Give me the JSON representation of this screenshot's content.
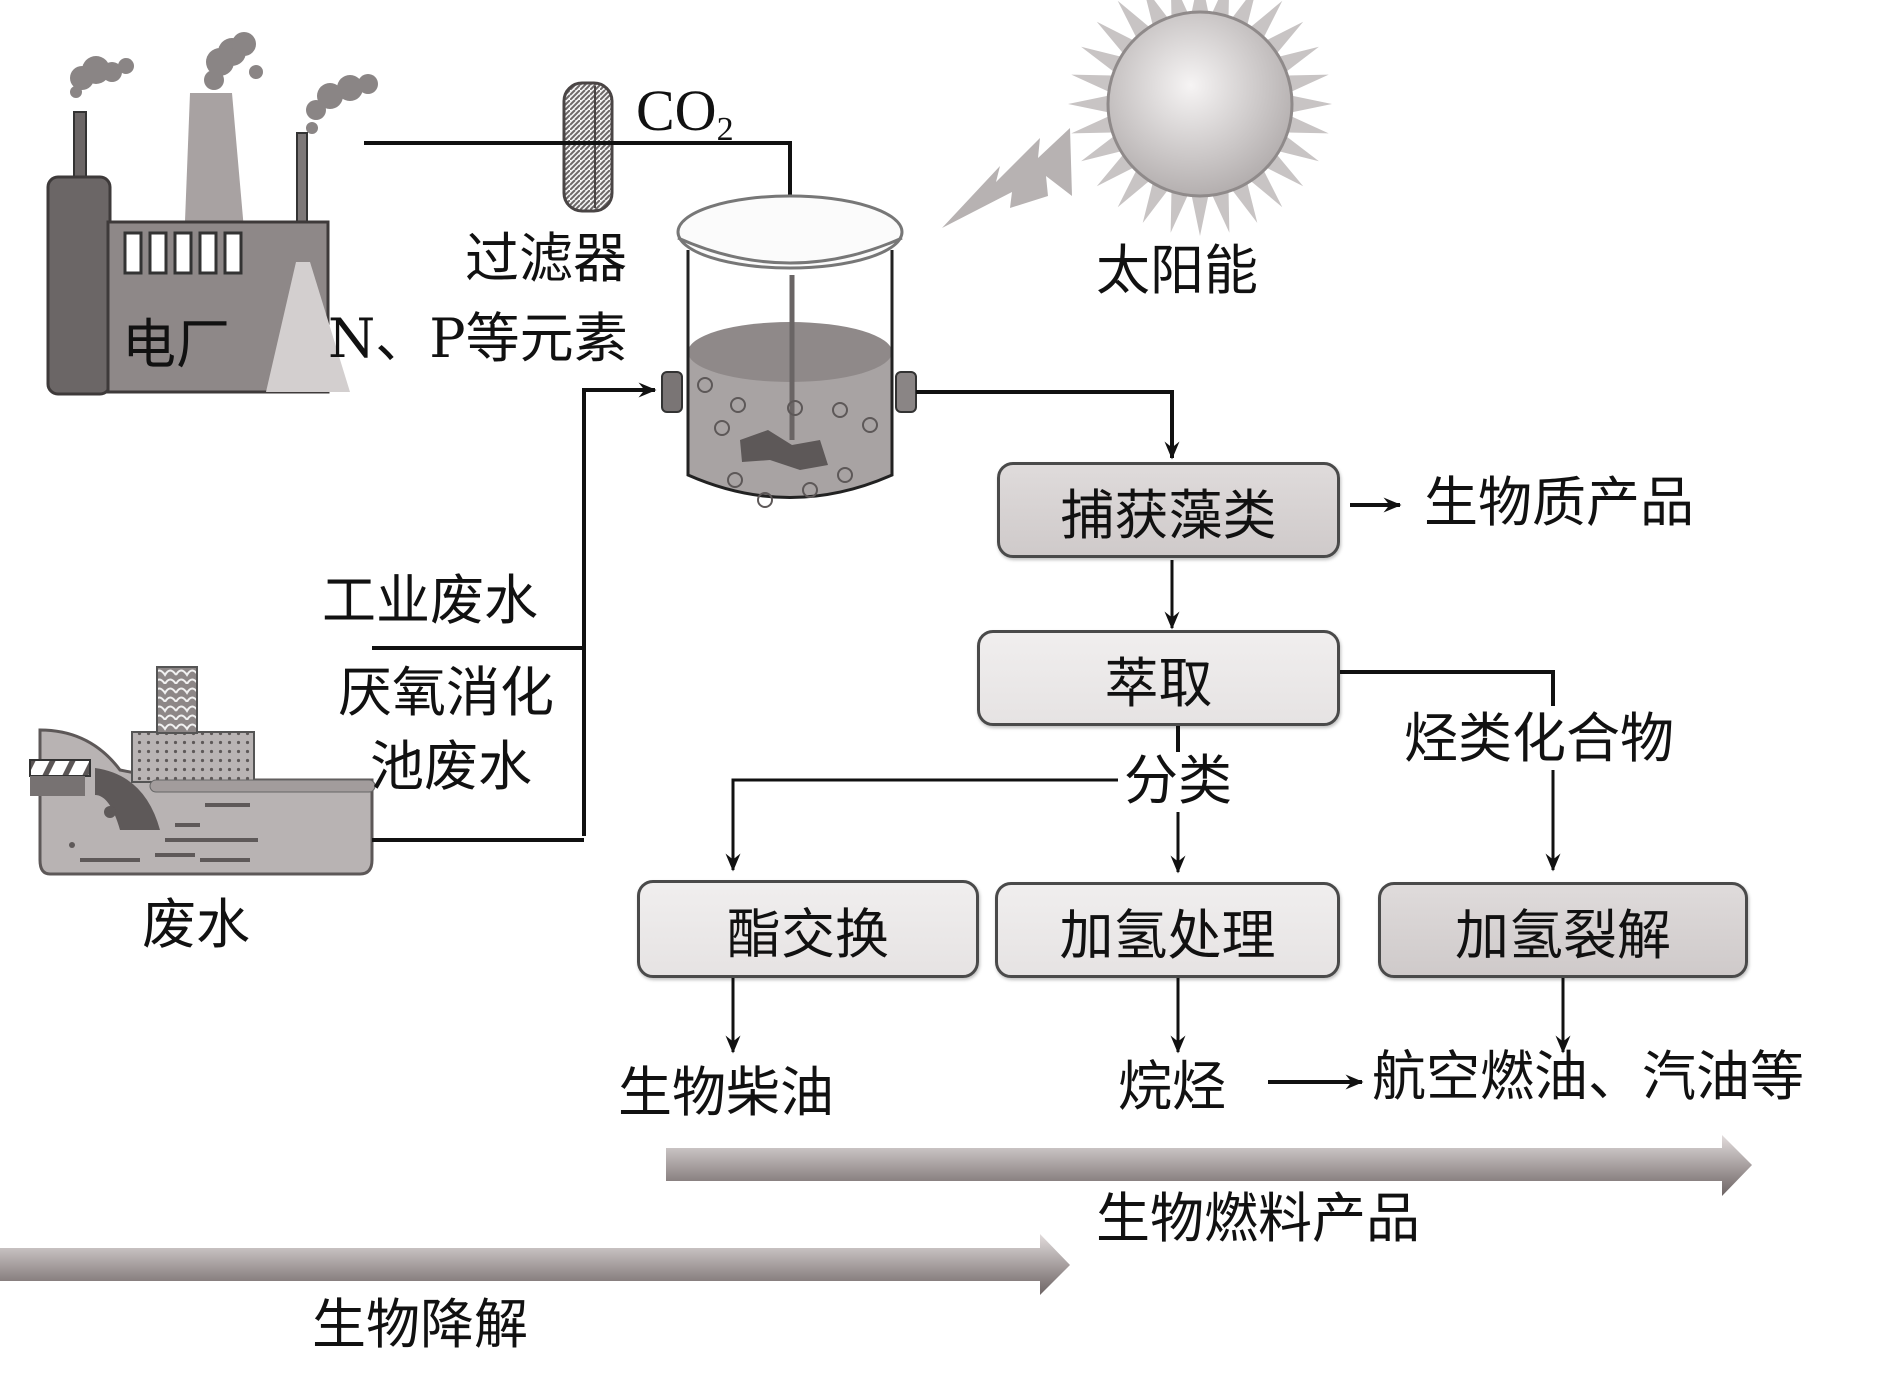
{
  "diagram": {
    "title": "",
    "sources": {
      "power_plant": {
        "label": "电厂",
        "icon": "factory-icon"
      },
      "filter": {
        "label": "过滤器",
        "gas_label": "CO",
        "gas_subscript": "2",
        "icon": "filter-icon"
      },
      "nutrients": {
        "label": "N、P等元素"
      },
      "solar": {
        "label": "太阳能",
        "icon": "sun-icon"
      },
      "industrial_wastewater": {
        "label": "工业废水"
      },
      "anaerobic_wastewater": {
        "line1": "厌氧消化",
        "line2": "池废水"
      },
      "wastewater": {
        "label": "废水",
        "icon": "wastewater-plant-icon"
      }
    },
    "reactor": {
      "icon": "photobioreactor-icon"
    },
    "steps": {
      "harvest": "捕获藻类",
      "biomass_products": "生物质产品",
      "extraction": "萃取",
      "classification": "分类",
      "hydrocarbons": "烃类化合物",
      "transesterification": "酯交换",
      "hydrotreating": "加氢处理",
      "hydrocracking": "加氢裂解",
      "biodiesel": "生物柴油",
      "alkanes": "烷烃",
      "jet_fuel": "航空燃油、汽油等"
    },
    "bands": {
      "biofuel_products": "生物燃料产品",
      "biodegradation": "生物降解"
    }
  }
}
